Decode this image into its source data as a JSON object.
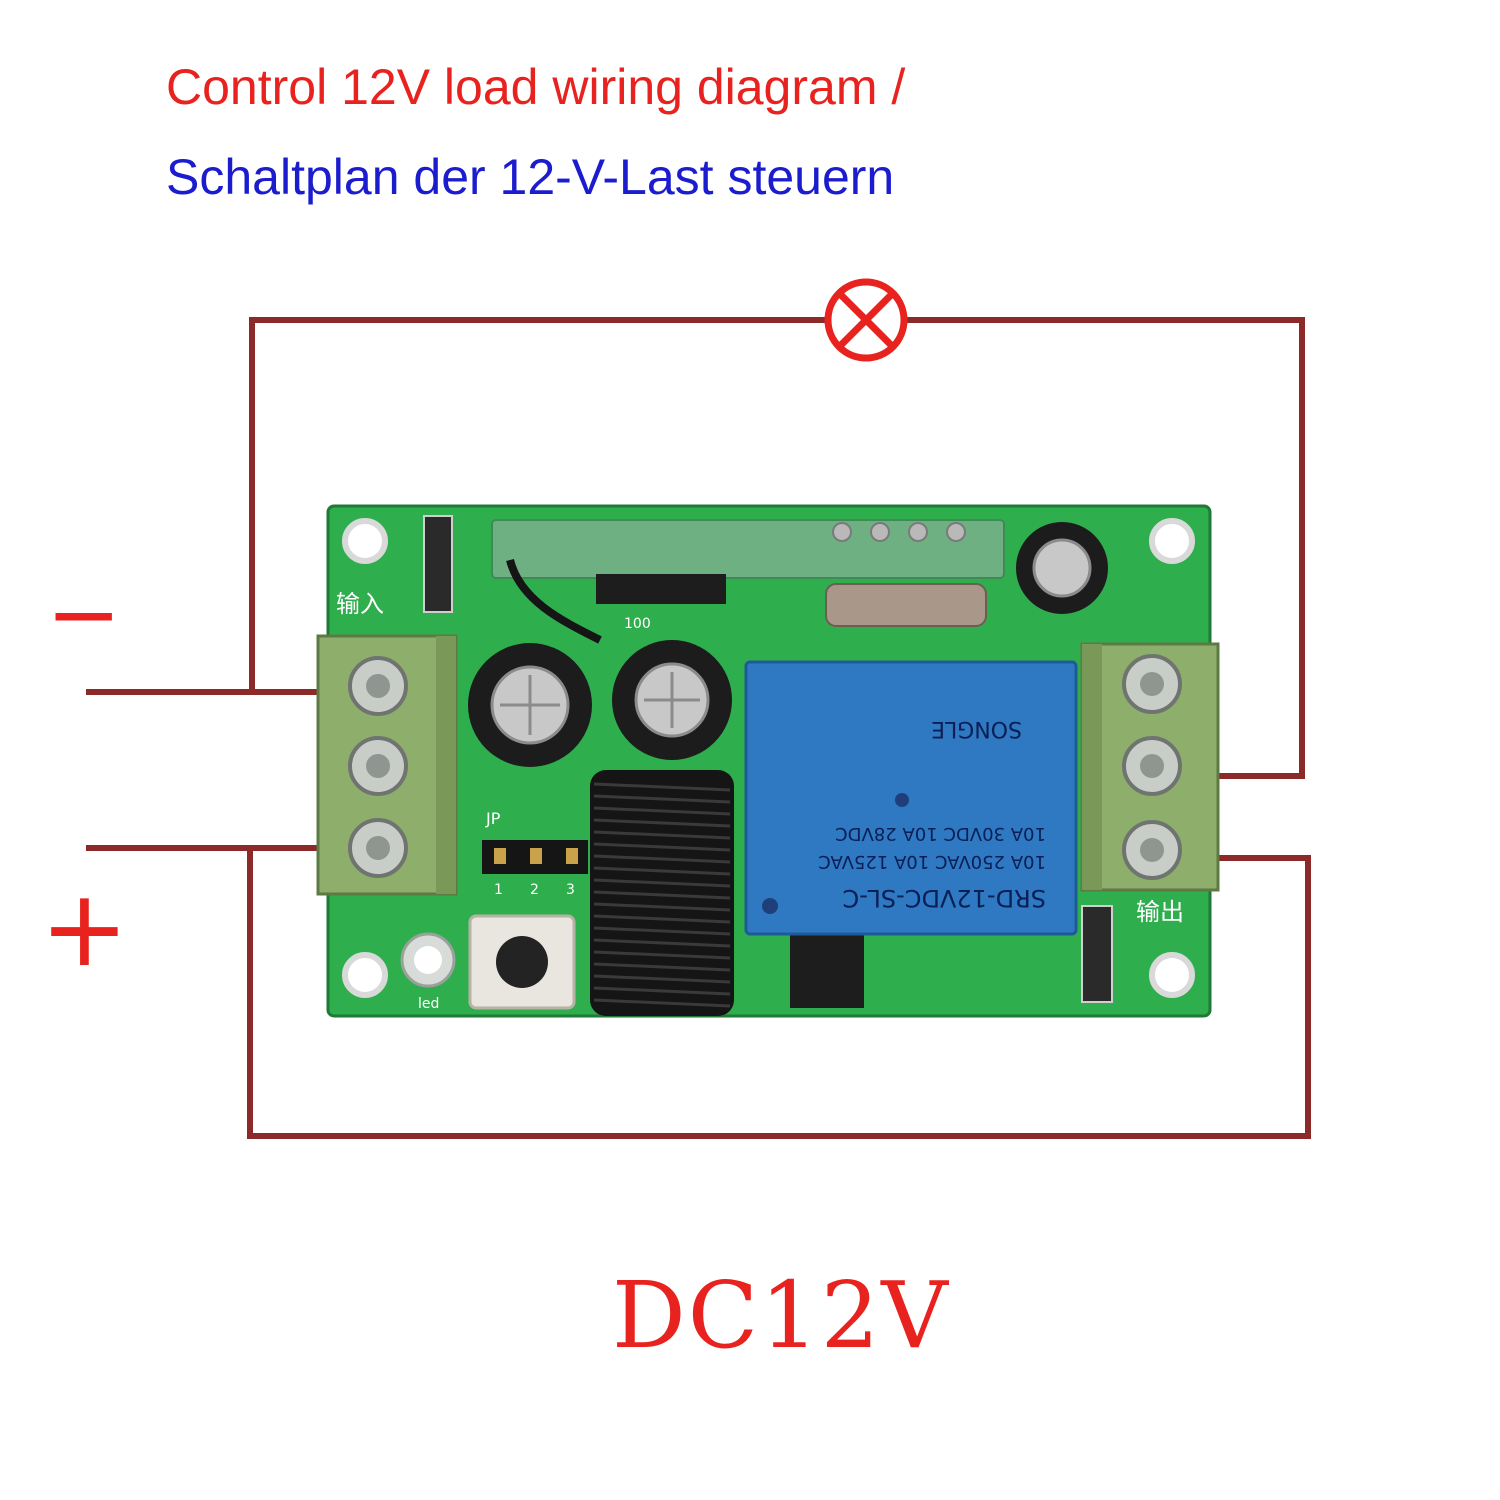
{
  "title": {
    "line1": "Control 12V load wiring diagram /",
    "line2": "Schaltplan der 12-V-Last steuern",
    "line1_color": "#e8231f",
    "line2_color": "#1c1ccf"
  },
  "polarity": {
    "minus": "−",
    "plus": "+"
  },
  "supply_label": "DC12V",
  "wire_color": "#8c2a2a",
  "board": {
    "pcb_color": "#2fae4e",
    "terminal_color": "#8eae6b",
    "input_label": "输入",
    "output_label": "输出",
    "led_label": "led",
    "jumper_label": "JP",
    "jumper_pins": [
      "1",
      "2",
      "3"
    ],
    "cap_label": "100",
    "relay": {
      "color": "#2f78c2",
      "model": "SRD-12VDC-SL-C",
      "rating_1": "10A 250VAC  10A 125VAC",
      "rating_2": "10A 30VDC  10A 28VDC",
      "brand": "SONGLE"
    }
  },
  "icons": {
    "load": "lamp-load-icon",
    "button": "push-button-icon",
    "led": "led-icon"
  }
}
